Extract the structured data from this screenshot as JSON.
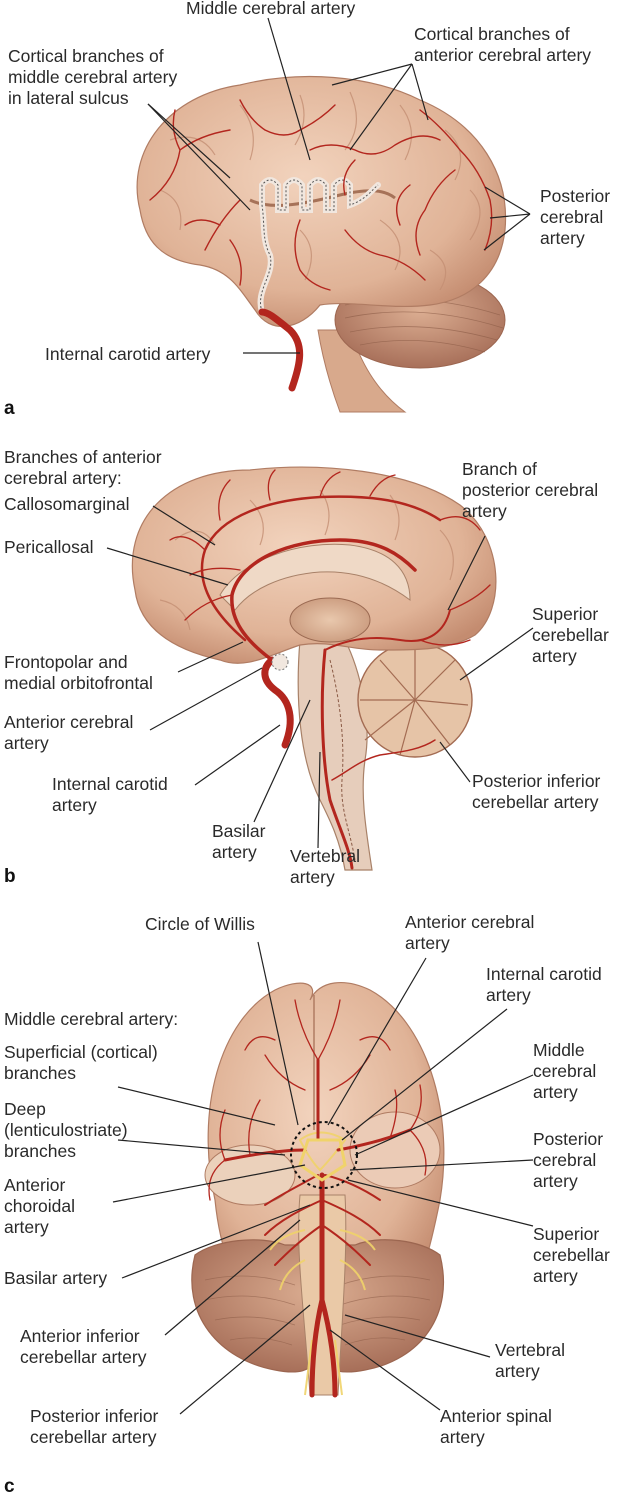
{
  "panel_a": {
    "letter": "a",
    "middle_cerebral": "Middle cerebral artery",
    "cortical_acf": "Cortical branches of\nanterior cerebral artery",
    "cortical_mca": "Cortical branches of\nmiddle cerebral artery\nin lateral sulcus",
    "posterior": "Posterior\ncerebral\nartery",
    "internal_carotid": "Internal carotid artery"
  },
  "panel_b": {
    "letter": "b",
    "branches_heading": "Branches of anterior\ncerebral artery:",
    "callosomarginal": "Callosomarginal",
    "pericallosal": "Pericallosal",
    "frontopolar": "Frontopolar and\nmedial orbitofrontal",
    "anterior_cerebral": "Anterior cerebral\nartery",
    "internal_carotid": "Internal carotid\nartery",
    "basilar": "Basilar\nartery",
    "vertebral": "Vertebral\nartery",
    "branch_posterior": "Branch of\nposterior cerebral\nartery",
    "superior_cerebellar": "Superior\ncerebellar\nartery",
    "posterior_inferior": "Posterior inferior\ncerebellar artery"
  },
  "panel_c": {
    "letter": "c",
    "circle_of_willis": "Circle of Willis",
    "anterior_cerebral": "Anterior cerebral\nartery",
    "internal_carotid": "Internal carotid\nartery",
    "mca_heading": "Middle cerebral artery:",
    "superficial": "Superficial (cortical)\nbranches",
    "deep": "Deep\n(lenticulostriate)\nbranches",
    "anterior_choroidal": "Anterior\nchoroidal\nartery",
    "basilar": "Basilar artery",
    "aica": "Anterior inferior\ncerebellar artery",
    "pica": "Posterior inferior\ncerebellar artery",
    "middle_cerebral": "Middle\ncerebral\nartery",
    "posterior_cerebral": "Posterior\ncerebral\nartery",
    "superior_cerebellar": "Superior\ncerebellar\nartery",
    "vertebral": "Vertebral\nartery",
    "anterior_spinal": "Anterior spinal\nartery"
  },
  "colors": {
    "artery": "#b3261e",
    "brain": "#e3b9a0",
    "brain_shade": "#c99379",
    "cerebellum": "#c98e6d",
    "nerve": "#f0d36a"
  }
}
